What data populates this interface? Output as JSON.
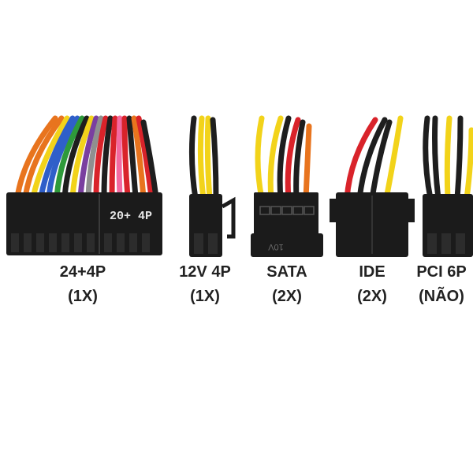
{
  "connectors": [
    {
      "name": "24+4P",
      "count": "(1X)",
      "marking": "20+ 4P"
    },
    {
      "name": "12V 4P",
      "count": "(1X)"
    },
    {
      "name": "SATA",
      "count": "(2X)",
      "marking": "10V"
    },
    {
      "name": "IDE",
      "count": "(2X)"
    },
    {
      "name": "PCI 6P",
      "count": "(NÃO)"
    }
  ],
  "colors": {
    "plastic": "#1b1b1b",
    "wire_orange": "#e8741e",
    "wire_yellow": "#f2d31a",
    "wire_red": "#d9232a",
    "wire_black": "#1e1e1e",
    "wire_green": "#2e9a3a",
    "wire_blue": "#2f5fc9",
    "wire_pink": "#f36aa0",
    "wire_gray": "#8f8f8f",
    "wire_purple": "#7a3fa0"
  }
}
